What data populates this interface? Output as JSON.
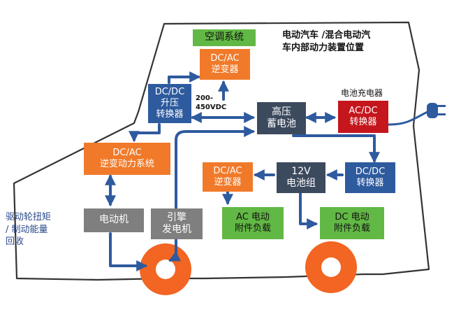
{
  "title": {
    "line1": "电动汽车 /混合电动汽",
    "line2": "车内部动力装置位置"
  },
  "boxes": {
    "ac_system": "空调系统",
    "inverter_top": {
      "line1": "DC/AC",
      "line2": "逆变器"
    },
    "boost_converter": {
      "line1": "DC/DC",
      "line2": "升压",
      "line3": "转换器"
    },
    "hv_battery": {
      "line1": "高压",
      "line2": "蓄电池"
    },
    "charger_converter": {
      "line1": "AC/DC",
      "line2": "转换器"
    },
    "traction_inverter": {
      "line1": "DC/AC",
      "line2": "逆变动力系统"
    },
    "inverter_mid": {
      "line1": "DC/AC",
      "line2": "逆变器"
    },
    "battery_12v": {
      "line1": "12V",
      "line2": "电池组"
    },
    "dcdc_converter": {
      "line1": "DC/DC",
      "line2": "转换器"
    },
    "motor": "电动机",
    "engine_generator": {
      "line1": "引擎",
      "line2": "发电机"
    },
    "ac_loads": {
      "line1": "AC 电动",
      "line2": "附件负载"
    },
    "dc_loads": {
      "line1": "DC 电动",
      "line2": "附件负载"
    }
  },
  "labels": {
    "voltage": {
      "line1": "200-",
      "line2": "450VDC"
    },
    "charger": "电池充电器",
    "regen": {
      "line1": "驱动轮扭矩",
      "line2": "/  制动能量",
      "line3": "回收"
    }
  },
  "colors": {
    "orange": "#f07a2a",
    "blue": "#2e5a9e",
    "slate": "#3c4a5e",
    "gray": "#7f7f7f",
    "green": "#62b845",
    "red": "#c4161c",
    "wheel": "#f26522",
    "outline": "#333333",
    "plug": "#2e5a9e"
  },
  "icons": [
    "plug-icon",
    "wheel-icon"
  ]
}
